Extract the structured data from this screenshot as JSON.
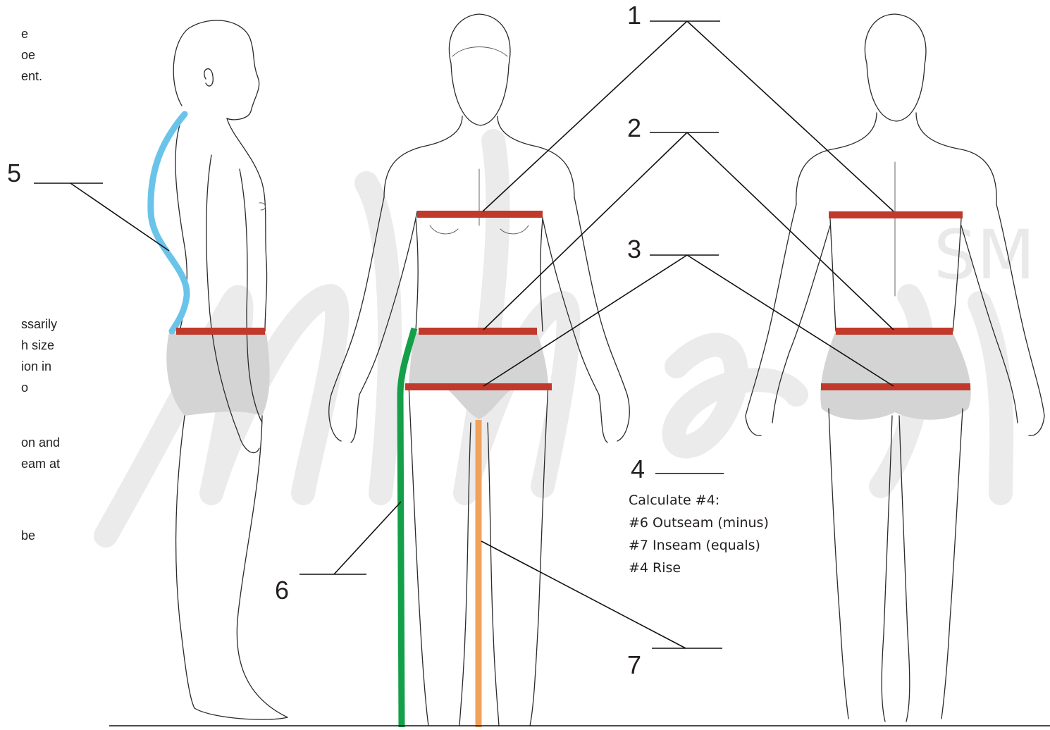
{
  "left_text_fragments": [
    "e",
    "oe",
    "ent.",
    "ssarily",
    "h size",
    "ion in",
    "o",
    "on and",
    "eam at",
    "be"
  ],
  "labels": {
    "one": "1",
    "two": "2",
    "three": "3",
    "four": "4",
    "five": "5",
    "six": "6",
    "seven": "7"
  },
  "calculation": [
    "Calculate #4:",
    "#6 Outseam (minus)",
    "#7 Inseam (equals)",
    "#4 Rise"
  ],
  "watermark_mark": "SM",
  "colors": {
    "measure_band": "#c0392b",
    "spine_line": "#6ac4ea",
    "outseam_line": "#13a048",
    "inseam_line": "#f0a25a",
    "briefs": "#d4d4d4"
  }
}
